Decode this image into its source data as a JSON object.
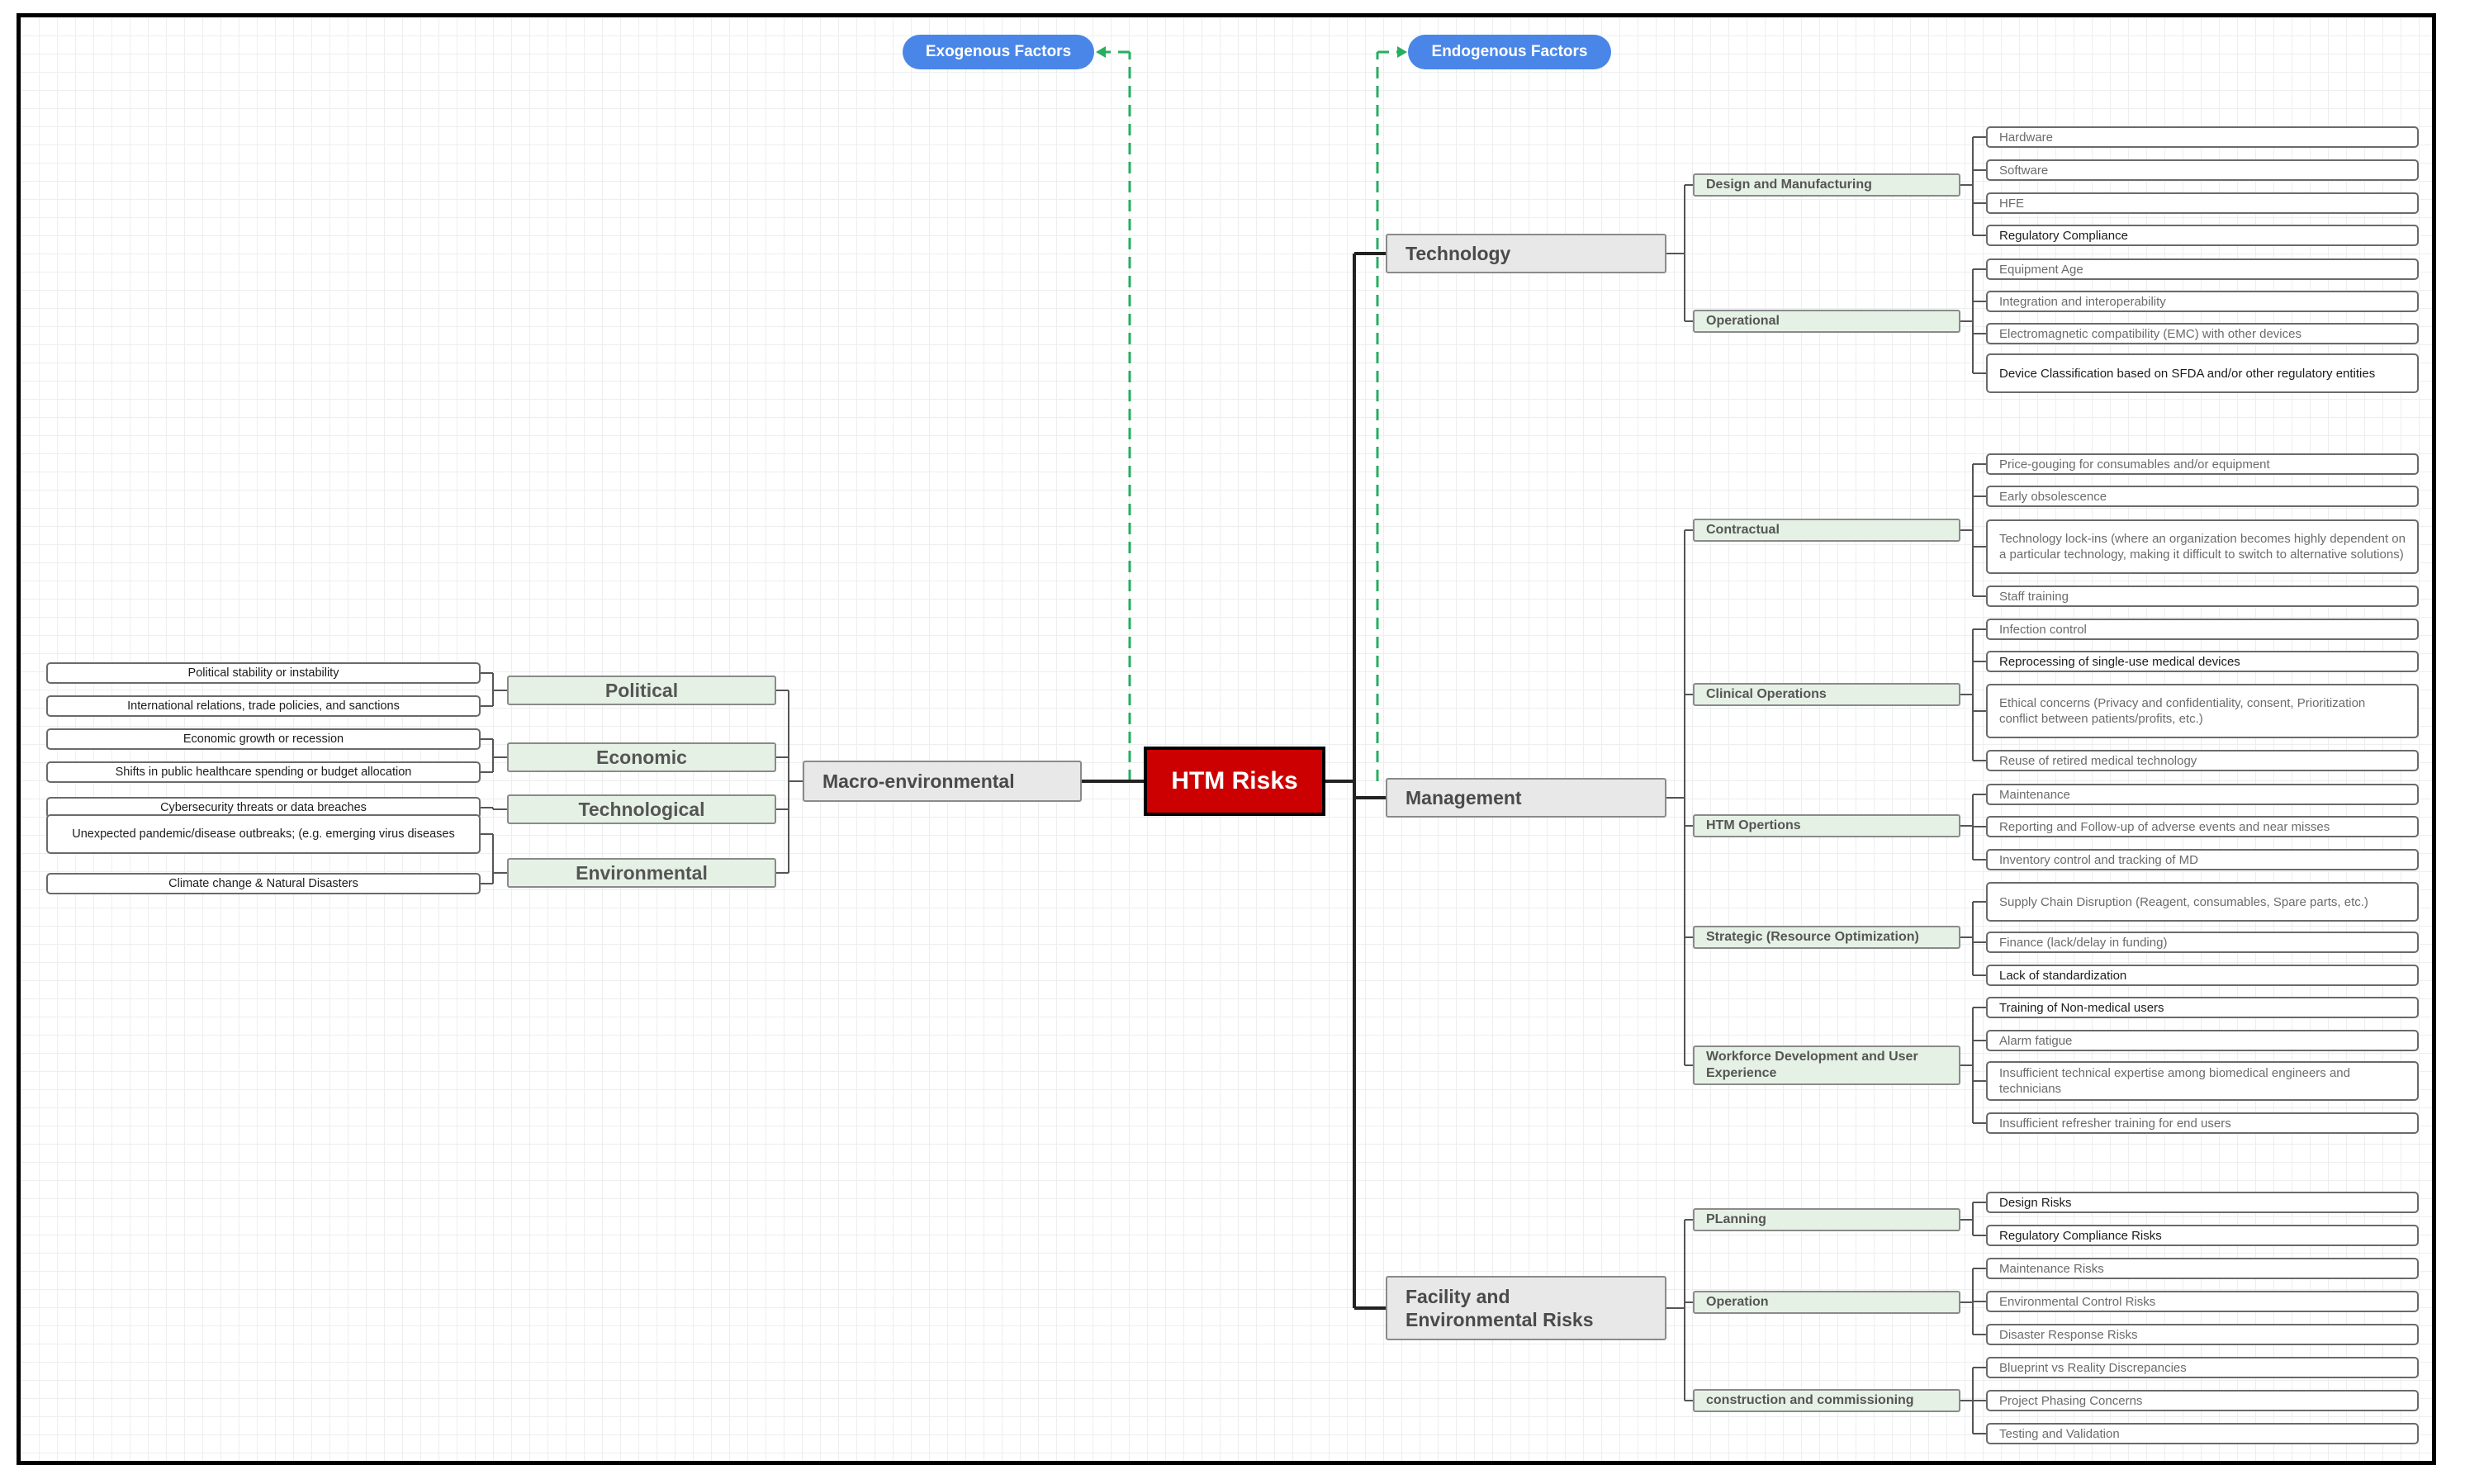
{
  "diagram": {
    "root": "HTM Risks",
    "factors": {
      "exogenous": "Exogenous Factors",
      "endogenous": "Endogenous Factors"
    },
    "macro": {
      "label": "Macro-environmental",
      "categories": [
        {
          "label": "Political",
          "items": [
            "Political stability or instability",
            "International relations, trade policies, and sanctions"
          ]
        },
        {
          "label": "Economic",
          "items": [
            "Economic growth or recession",
            "Shifts in public healthcare spending or budget allocation"
          ]
        },
        {
          "label": "Technological",
          "items": [
            "Cybersecurity threats or data breaches"
          ]
        },
        {
          "label": "Environmental",
          "items": [
            "Unexpected pandemic/disease outbreaks; (e.g. emerging virus diseases",
            "Climate change & Natural Disasters"
          ]
        }
      ]
    },
    "technology": {
      "label": "Technology",
      "subs": [
        {
          "label": "Design and Manufacturing",
          "items": [
            "Hardware",
            "Software",
            "HFE",
            "Regulatory Compliance"
          ]
        },
        {
          "label": "Operational",
          "items": [
            "Equipment Age",
            "Integration and interoperability",
            "Electromagnetic compatibility (EMC) with other devices",
            "Device Classification based on SFDA and/or  other regulatory entities"
          ]
        }
      ]
    },
    "management": {
      "label": "Management",
      "subs": [
        {
          "label": "Contractual",
          "items": [
            "Price-gouging for consumables and/or equipment",
            "Early obsolescence",
            "Technology lock-ins (where an organization becomes highly dependent on a particular technology, making it difficult to switch to alternative solutions)",
            "Staff training"
          ]
        },
        {
          "label": "Clinical Operations",
          "items": [
            "Infection control",
            "Reprocessing of single-use medical devices",
            "Ethical concerns (Privacy and confidentiality, consent, Prioritization conflict between patients/profits, etc.)",
            "Reuse of retired medical technology"
          ]
        },
        {
          "label": "HTM Opertions",
          "items": [
            "Maintenance",
            "Reporting and Follow-up of adverse events and near misses",
            "Inventory control and tracking of MD"
          ]
        },
        {
          "label": "Strategic (Resource Optimization)",
          "items": [
            "Supply Chain Disruption (Reagent, consumables, Spare parts, etc.)",
            "Finance (lack/delay in funding)",
            "Lack of standardization"
          ]
        },
        {
          "label": "Workforce Development and User Experience",
          "items": [
            "Training of Non-medical users",
            "Alarm fatigue",
            "Insufficient technical expertise among biomedical engineers and technicians",
            "Insufficient refresher training for end users"
          ]
        }
      ]
    },
    "facility": {
      "label": "Facility and Environmental Risks",
      "subs": [
        {
          "label": "PLanning",
          "items": [
            "Design Risks",
            "Regulatory Compliance Risks"
          ]
        },
        {
          "label": "Operation",
          "items": [
            "Maintenance Risks",
            "Environmental Control Risks",
            "Disaster Response Risks"
          ]
        },
        {
          "label": "construction and commissioning",
          "items": [
            "Blueprint vs Reality Discrepancies",
            "Project Phasing Concerns",
            "Testing and Validation"
          ]
        }
      ]
    }
  },
  "colors": {
    "root_fill": "#cc0000",
    "pill_fill": "#4a86e8",
    "sub_fill": "#e6f1e6",
    "main_fill": "#e8e8e8",
    "dashed_connector": "#27ae60"
  }
}
